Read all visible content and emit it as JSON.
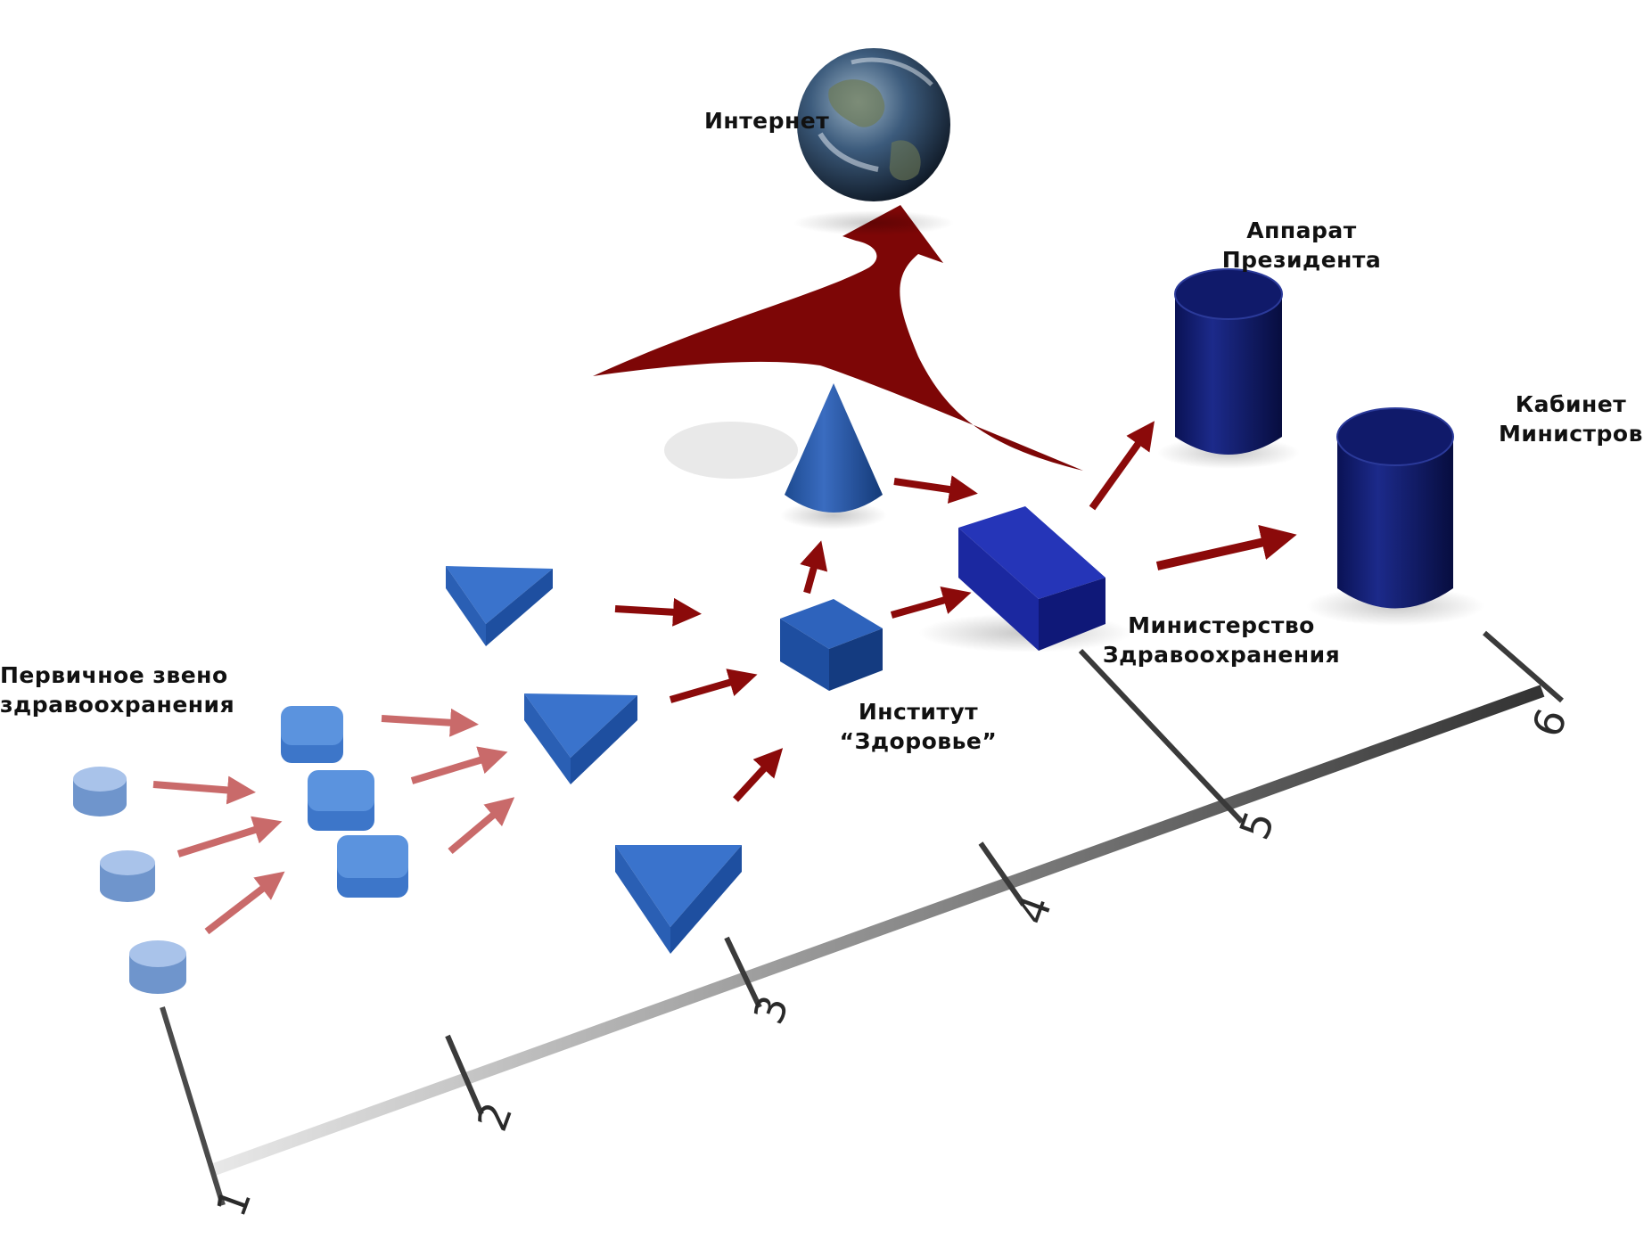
{
  "labels": {
    "internet": "Интернет",
    "president_1": "Аппарат",
    "president_2": "Президента",
    "cabinet_1": "Кабинет",
    "cabinet_2": "Министров",
    "primary_1": "Первичное звено",
    "primary_2": "здравоохранения",
    "institute_1": "Институт",
    "institute_2": "“Здоровье”",
    "ministry_1": "Министерство",
    "ministry_2": "Здравоохранения"
  },
  "axis": {
    "ticks": [
      "1",
      "2",
      "3",
      "4",
      "5",
      "6"
    ]
  },
  "colors": {
    "primary_shape": "#8fb0e0",
    "level2_shape": "#4f86d4",
    "level3_shape": "#2f63b8",
    "ministry_shape": "#1f2fa8",
    "top_shape": "#0f1a6a",
    "arrow_light": "#c96a6a",
    "arrow_dark": "#8b0a0a",
    "big_arrow": "#7d0606",
    "globe": "#2b4a6e"
  },
  "icons": {
    "internet": "globe-icon"
  }
}
